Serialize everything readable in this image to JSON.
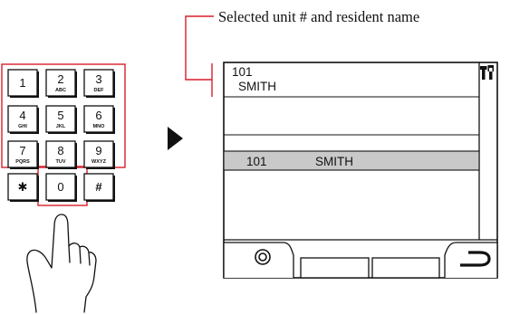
{
  "callout": {
    "text": "Selected unit # and resident name",
    "line_color": "#d81e2a"
  },
  "keypad": {
    "highlight_color": "#d81e2a",
    "keys": [
      {
        "num": "1",
        "sub": ""
      },
      {
        "num": "2",
        "sub": "ABC"
      },
      {
        "num": "3",
        "sub": "DEF"
      },
      {
        "num": "4",
        "sub": "GHI"
      },
      {
        "num": "5",
        "sub": "JKL"
      },
      {
        "num": "6",
        "sub": "MNO"
      },
      {
        "num": "7",
        "sub": "PQRS"
      },
      {
        "num": "8",
        "sub": "TUV"
      },
      {
        "num": "9",
        "sub": "WXYZ"
      },
      {
        "num": "✱",
        "sub": ""
      },
      {
        "num": "0",
        "sub": ""
      },
      {
        "num": "#",
        "sub": ""
      }
    ]
  },
  "screen": {
    "header_unit": "101",
    "header_name": "SMITH",
    "settings_icon": "tools-icon",
    "selected_row": {
      "unit": "101",
      "name": "SMITH",
      "color": "#c9c9c9"
    },
    "buttons": {
      "left_icon": "circle-target-icon",
      "right_icon": "return-arrow-icon"
    }
  },
  "arrow_icon": "play-arrow-icon",
  "hand_icon": "pointing-hand-icon"
}
